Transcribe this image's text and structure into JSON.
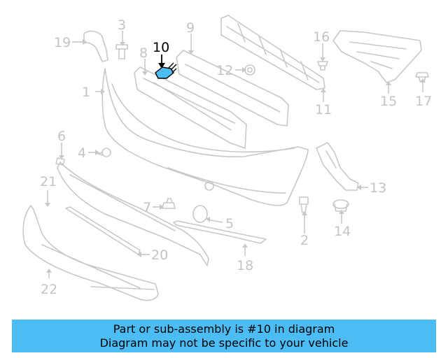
{
  "diagram": {
    "highlighted_part": "10",
    "highlight_color": "#4cbcf5",
    "callouts": {
      "c1": "1",
      "c2": "2",
      "c3": "3",
      "c4": "4",
      "c5": "5",
      "c6": "6",
      "c7": "7",
      "c8": "8",
      "c9": "9",
      "c10": "10",
      "c11": "11",
      "c12": "12",
      "c13": "13",
      "c14": "14",
      "c15": "15",
      "c16": "16",
      "c17": "17",
      "c18": "18",
      "c19": "19",
      "c20": "20",
      "c21": "21",
      "c22": "22"
    }
  },
  "banner": {
    "line1": "Part or sub-assembly is #10 in diagram",
    "line2": "Diagram may not be specific to your vehicle",
    "background": "#4cbcf5"
  }
}
